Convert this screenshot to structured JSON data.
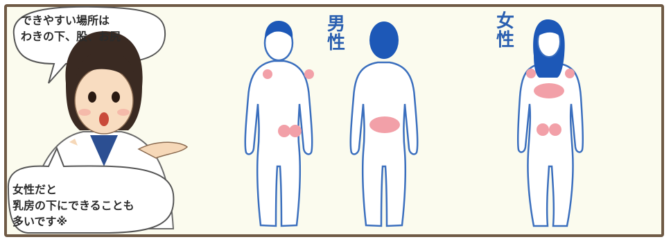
{
  "bubble_top": {
    "line1": "できやすい場所は",
    "line2": "わきの下、股、お尻"
  },
  "bubble_bottom": {
    "line1": "女性だと",
    "line2": "乳房の下にできることも",
    "line3": "多いです※"
  },
  "labels": {
    "male": [
      "男",
      "性"
    ],
    "female": [
      "女",
      "性"
    ]
  },
  "colors": {
    "border": "#6f5a45",
    "background": "#fbfbee",
    "body_outline": "#2a5fb0",
    "hair": "#1d58b7",
    "highlight": "#f2a0a8"
  }
}
